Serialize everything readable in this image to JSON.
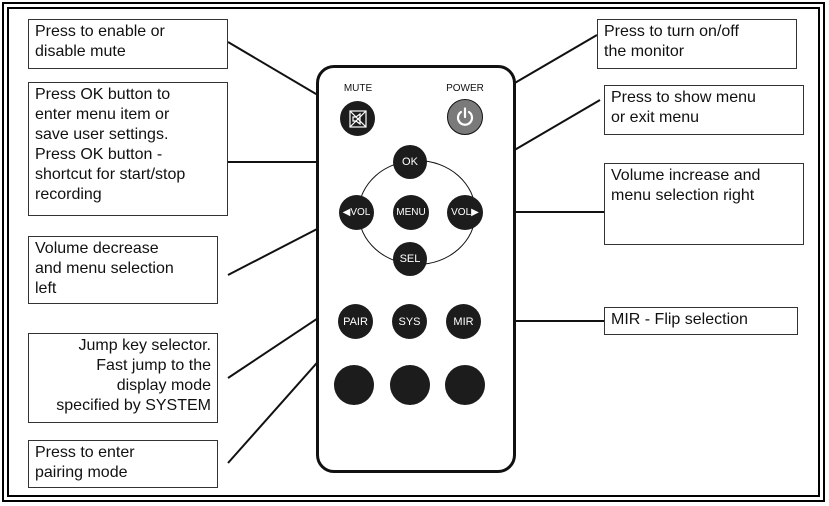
{
  "callouts": {
    "mute": "Press to enable or\ndisable mute",
    "ok": "Press OK button to\nenter menu item or\nsave user settings.\nPress OK button -\nshortcut for start/stop\nrecording",
    "vol_left": "Volume decrease\nand menu selection\nleft",
    "jump": "Jump key selector.\nFast jump to the\ndisplay mode\nspecified by SYSTEM",
    "pair": "Press to enter\npairing mode",
    "power": "Press to turn on/off\nthe monitor",
    "menu": "Press to show menu\nor exit menu",
    "vol_right": "Volume increase and\nmenu selection right",
    "mir": "MIR - Flip selection"
  },
  "remote": {
    "mute_caption": "MUTE",
    "power_caption": "POWER",
    "mute_icon": "speaker-off-icon",
    "power_icon": "power-icon",
    "buttons": {
      "ok": "OK",
      "menu": "MENU",
      "vol_left": "◀VOL",
      "vol_right": "VOL▶",
      "sel": "SEL",
      "pair": "PAIR",
      "sys": "SYS",
      "mir": "MIR"
    }
  }
}
